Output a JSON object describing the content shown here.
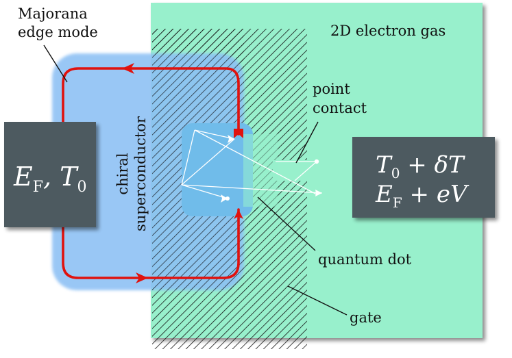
{
  "colors": {
    "electron_gas": "#98f0cc",
    "superconductor": "#8cc0f4",
    "quantum_dot": "#70bcea",
    "edge_mode": "#e0120e",
    "reservoir": "#4e5a60",
    "gate_hatch": "#111111"
  },
  "labels": {
    "majorana": [
      "Majorana",
      "edge mode"
    ],
    "electron_gas": "2D electron gas",
    "point_contact": [
      "point",
      "contact"
    ],
    "superconductor": [
      "chiral",
      "superconductor"
    ],
    "quantum_dot": "quantum dot",
    "gate": "gate"
  },
  "left_box": {
    "main": "E",
    "sub": "F",
    "rest": ", T",
    "sub2": "0"
  },
  "right_box": {
    "line1": {
      "a": "T",
      "sub": "0",
      "rest": " + δT"
    },
    "line2": {
      "a": "E",
      "sub": "F",
      "rest": " + eV"
    }
  }
}
